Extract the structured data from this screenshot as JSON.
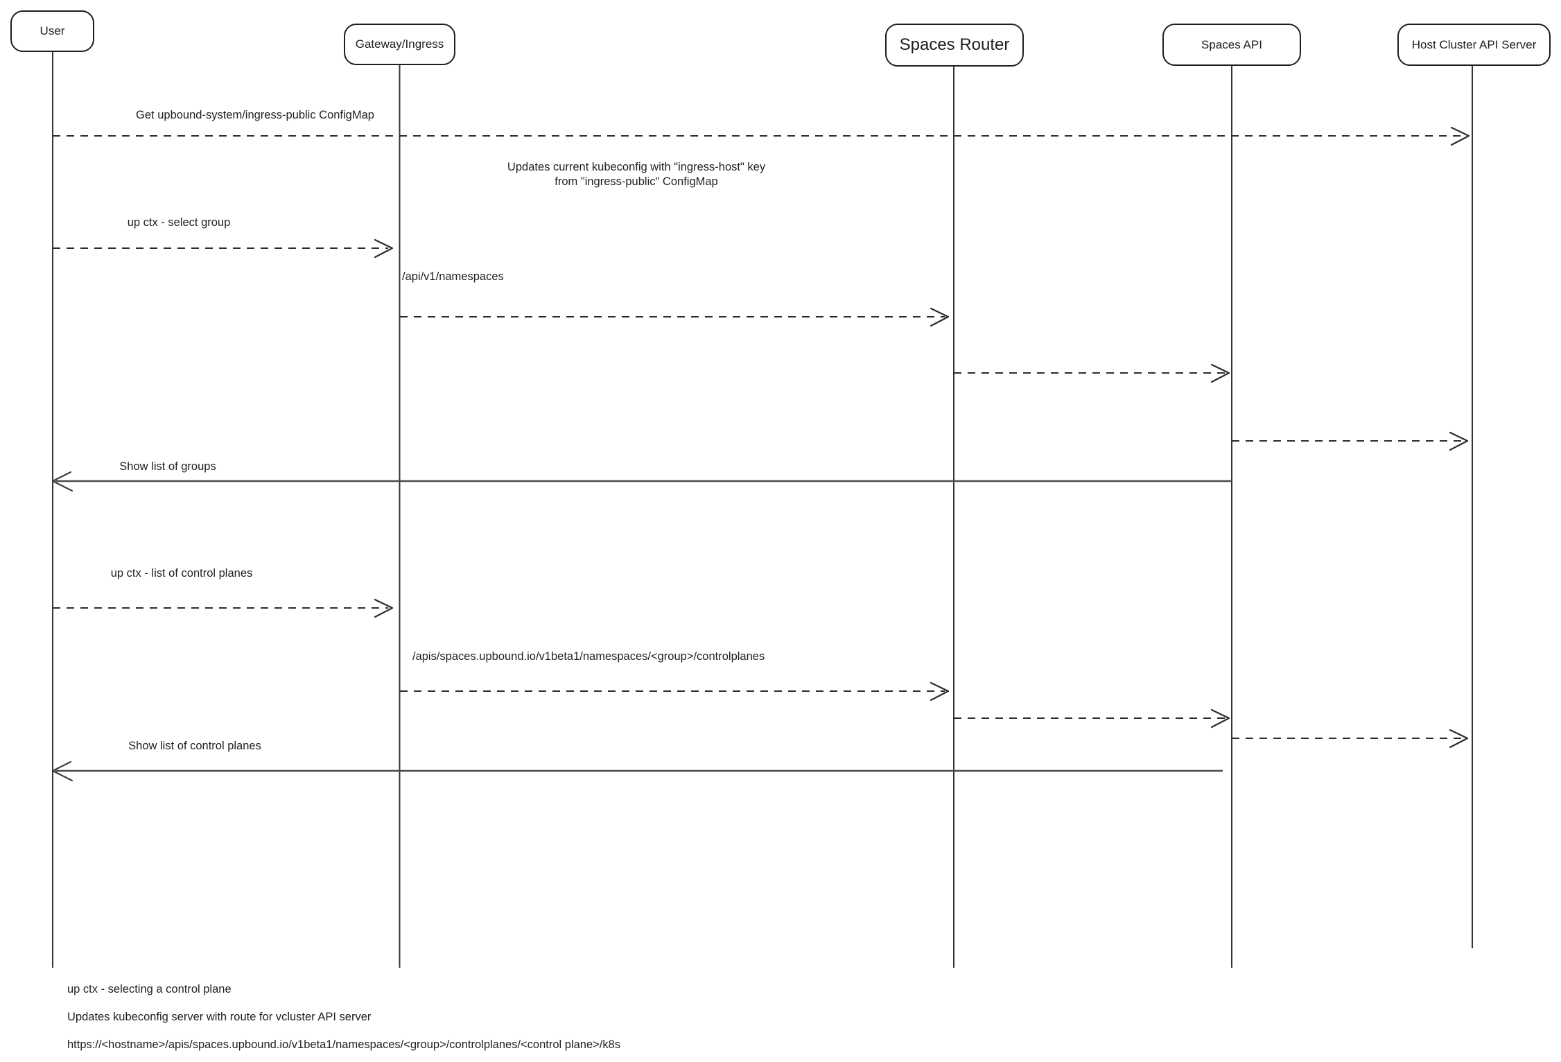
{
  "colors": {
    "stroke": "#1e1e1e",
    "background": "#ffffff"
  },
  "actors": {
    "user": "User",
    "gateway": "Gateway/Ingress",
    "spaces_router": "Spaces Router",
    "spaces_api": "Spaces API",
    "host_cluster": "Host Cluster API Server"
  },
  "messages": {
    "get_configmap": "Get upbound-system/ingress-public ConfigMap",
    "update_kubeconfig_line1": "Updates current kubeconfig with \"ingress-host\" key",
    "update_kubeconfig_line2": "from \"ingress-public\" ConfigMap",
    "select_group": "up ctx - select group",
    "list_namespaces": "/api/v1/namespaces",
    "show_groups": "Show list of groups",
    "list_control_planes": "up ctx - list of control planes",
    "list_controlplanes_api": "/apis/spaces.upbound.io/v1beta1/namespaces/<group>/controlplanes",
    "show_control_planes": "Show list of control planes"
  },
  "footnotes": {
    "selecting_control_plane": "up ctx - selecting a control plane",
    "updates_kubeconfig": "Updates kubeconfig server with route for vcluster API server",
    "vcluster_url": "https://<hostname>/apis/spaces.upbound.io/v1beta1/namespaces/<group>/controlplanes/<control plane>/k8s"
  }
}
